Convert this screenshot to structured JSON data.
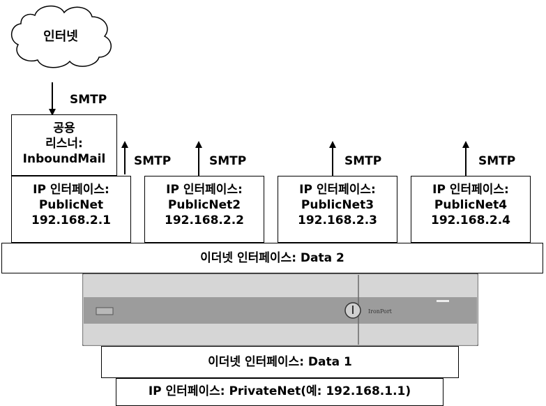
{
  "cloud": {
    "label": "인터넷"
  },
  "protocol_label": "SMTP",
  "listener": {
    "line1": "공용",
    "line2": "리스너:",
    "line3": "InboundMail"
  },
  "interfaces": [
    {
      "title": "IP 인터페이스:",
      "name": "PublicNet",
      "ip": "192.168.2.1"
    },
    {
      "title": "IP 인터페이스:",
      "name": "PublicNet2",
      "ip": "192.168.2.2"
    },
    {
      "title": "IP 인터페이스:",
      "name": "PublicNet3",
      "ip": "192.168.2.3"
    },
    {
      "title": "IP 인터페이스:",
      "name": "PublicNet4",
      "ip": "192.168.2.4"
    }
  ],
  "ethernet_top": "이더넷 인터페이스: Data 2",
  "ethernet_bottom": "이더넷 인터페이스: Data 1",
  "private_interface": "IP 인터페이스: PrivateNet(예: 192.168.1.1)",
  "appliance": {
    "brand": "IronPort"
  },
  "colors": {
    "appliance_light": "#d4d4d4",
    "appliance_mid": "#a8a8a8",
    "appliance_dark": "#7a7a7a"
  }
}
